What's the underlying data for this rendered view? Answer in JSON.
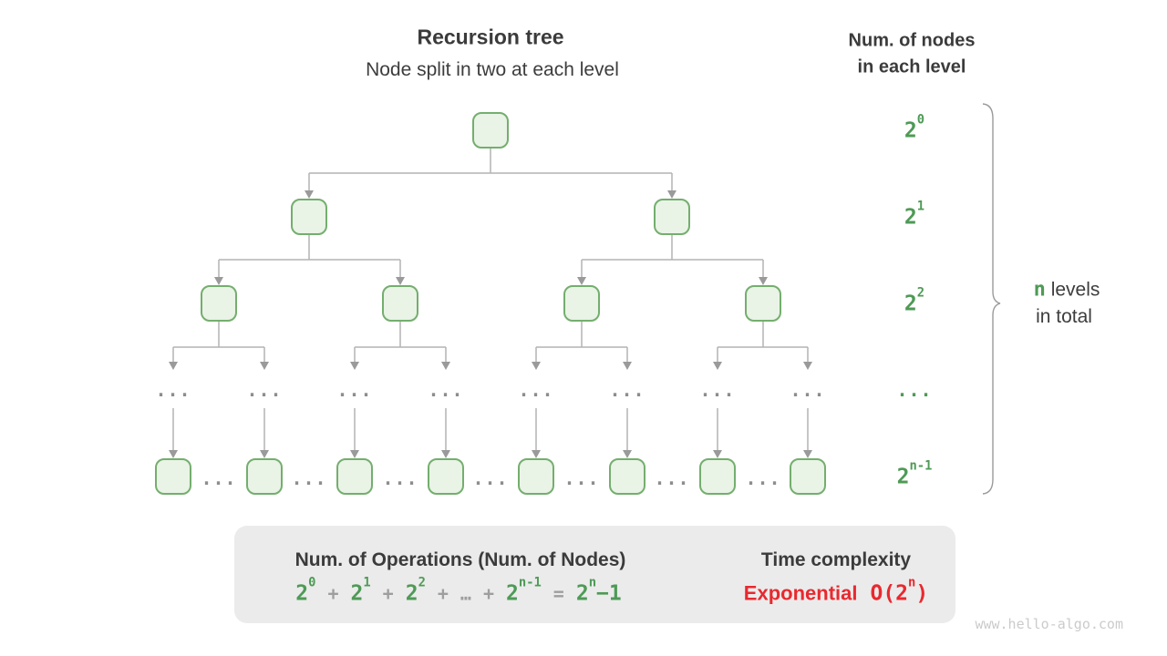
{
  "page": {
    "title": "Recursion tree",
    "subtitle": "Node split in two at each level"
  },
  "right_header": {
    "line1": "Num. of nodes",
    "line2": "in each level"
  },
  "levels": [
    {
      "base": "2",
      "sup": "0"
    },
    {
      "base": "2",
      "sup": "1"
    },
    {
      "base": "2",
      "sup": "2"
    },
    {
      "dots": "..."
    },
    {
      "base": "2",
      "sup": "n-1"
    }
  ],
  "brace": {
    "n": "n",
    "word": "levels",
    "line2": "in total"
  },
  "tree": {
    "ellipsis": "..."
  },
  "summary": {
    "operations_title": "Num. of Operations (Num. of Nodes)",
    "formula": [
      {
        "base": "2",
        "sup": "0"
      },
      {
        "op": "+"
      },
      {
        "base": "2",
        "sup": "1"
      },
      {
        "op": "+"
      },
      {
        "base": "2",
        "sup": "2"
      },
      {
        "op": "+"
      },
      {
        "op": "…"
      },
      {
        "op": "+"
      },
      {
        "base": "2",
        "sup": "n-1"
      },
      {
        "op": "="
      },
      {
        "base": "2",
        "sup": "n",
        "tail": "−1"
      }
    ],
    "time_title": "Time complexity",
    "complexity_word": "Exponential",
    "big_o": {
      "pre": "O(2",
      "sup": "n",
      "close": ")"
    }
  },
  "watermark": "www.hello-algo.com",
  "colors": {
    "green_text": "#4e9a56",
    "node_fill": "#e9f3e6",
    "node_border": "#74ae6e",
    "connector_gray": "#b3b3b3",
    "arrowhead_gray": "#9a9a9a",
    "dark_text": "#3b3b3b",
    "box_background": "#ebebeb",
    "operator_gray": "#9e9e9e",
    "red_text": "#e8292f",
    "watermark_gray": "#cbcbcb"
  }
}
